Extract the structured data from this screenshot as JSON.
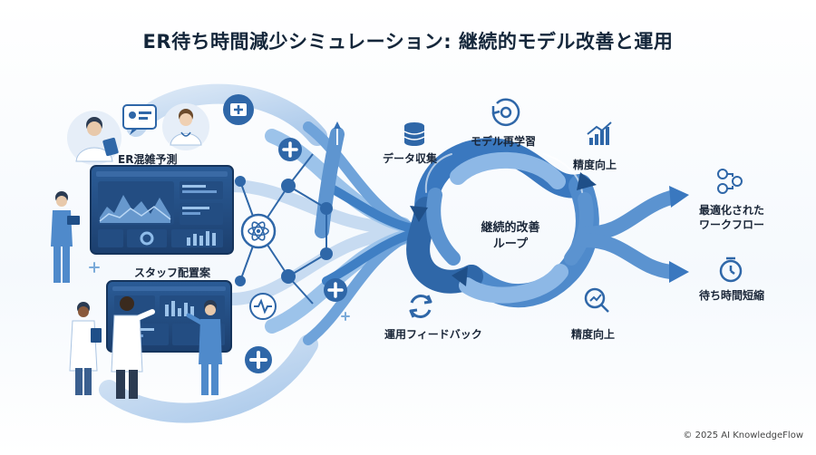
{
  "title": "ER待ち時間減少シミュレーション: 継続的モデル改善と運用",
  "panels": {
    "top_label": "ER混雑予測",
    "bottom_label": "スタッフ配置案"
  },
  "loop": {
    "center_line1": "継続的改善",
    "center_line2": "ループ",
    "steps": [
      {
        "label": "データ収集",
        "icon": "database-icon"
      },
      {
        "label": "モデル再学習",
        "icon": "gear-refresh-icon"
      },
      {
        "label": "精度向上",
        "icon": "bar-chart-up-icon"
      },
      {
        "label": "運用フィードバック",
        "icon": "refresh-icon"
      },
      {
        "label": "精度向上",
        "icon": "magnifier-chart-icon"
      }
    ]
  },
  "outcomes": [
    {
      "line1": "最適化された",
      "line2": "ワークフロー",
      "icon": "workflow-icon"
    },
    {
      "line1": "待ち時間短縮",
      "icon": "stopwatch-icon"
    }
  ],
  "footer": {
    "copyright": "© 2025 AI KnowledgeFlow"
  },
  "colors": {
    "primary": "#3a78bf",
    "dark": "#1f4f88",
    "light": "#9cc3ea",
    "pale": "#dce9f7",
    "text": "#14263a"
  }
}
